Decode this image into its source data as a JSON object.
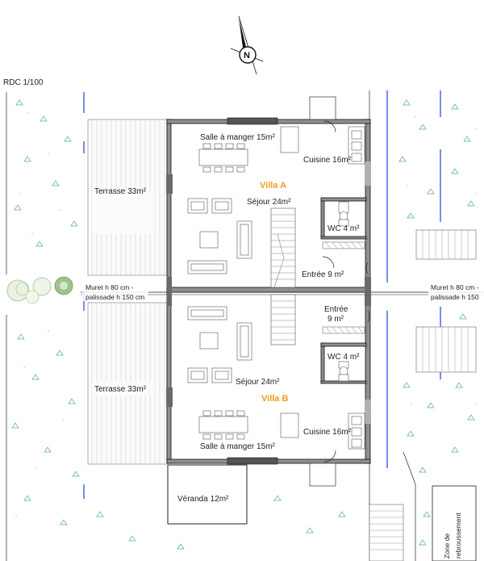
{
  "plan": {
    "scale_label": "RDC 1/100",
    "north_label": "N",
    "villa_a": {
      "name": "Villa A",
      "dining": "Salle à manger 15m²",
      "kitchen": "Cuisine 16m²",
      "living": "Séjour 24m²",
      "wc": "WC 4 m²",
      "entry": "Entrée 9 m²"
    },
    "villa_b": {
      "name": "Villa B",
      "dining": "Salle à manger 15m²",
      "kitchen": "Cuisine 16m²",
      "living": "Séjour 24m²",
      "wc": "WC 4 m²",
      "entry_line1": "Entrée",
      "entry_line2": "9 m²"
    },
    "terrace_a": "Terrasse 33m²",
    "terrace_b": "Terrasse 33m²",
    "veranda": "Véranda 12m²",
    "wall_left_line1": "Muret h 80 cm -",
    "wall_left_line2": "palissade h 150 cm",
    "wall_right_line1": "Muret h 80 cm -",
    "wall_right_line2": "palissade h 150",
    "turnaround_line1": "Zone de",
    "turnaround_line2": "rebroussement",
    "colors": {
      "villa_label": "#f29a1f",
      "wall_fill": "#8f8f8f",
      "hedge_line": "#2040e0",
      "vegetation": "#56b86a"
    }
  }
}
